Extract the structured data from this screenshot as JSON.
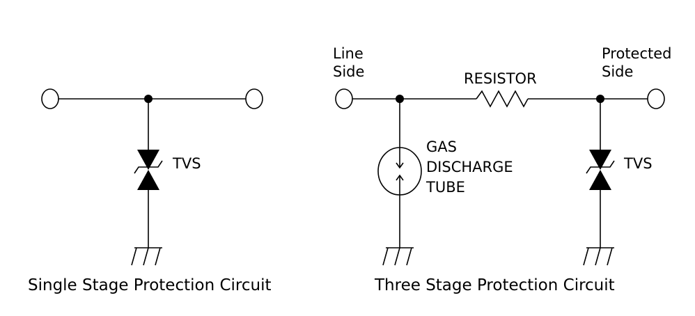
{
  "single_stage": {
    "tvs_label": "TVS",
    "caption": "Single Stage Protection Circuit"
  },
  "three_stage": {
    "line_side_label": [
      "Line",
      "Side"
    ],
    "protected_side_label": [
      "Protected",
      "Side"
    ],
    "resistor_label": "RESISTOR",
    "gdt_label": [
      "GAS",
      "DISCHARGE",
      "TUBE"
    ],
    "tvs_label": "TVS",
    "caption": "Three Stage Protection Circuit"
  }
}
